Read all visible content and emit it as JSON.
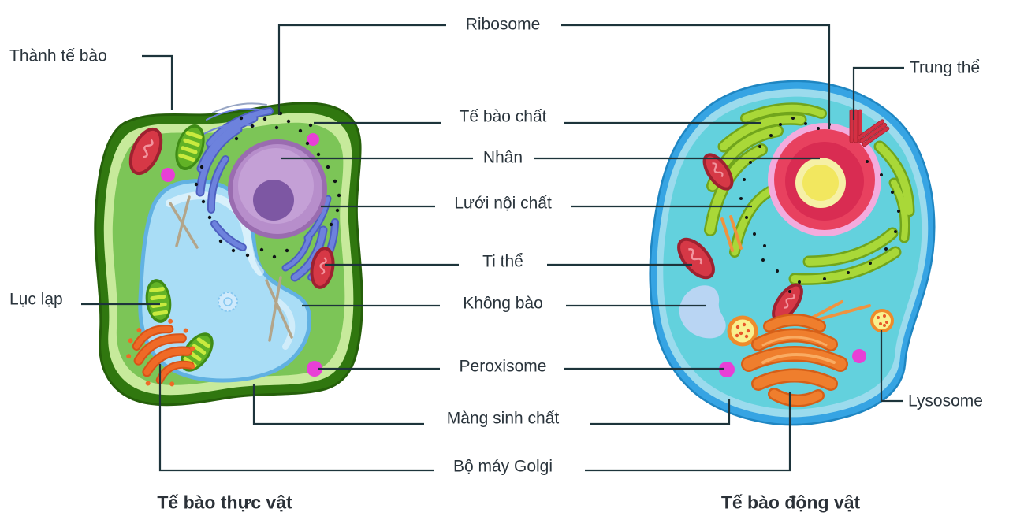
{
  "diagram": {
    "type": "plant-vs-animal-cell",
    "captions": {
      "plant": "Tế bào thực vật",
      "animal": "Tế bào động vật"
    },
    "labels": {
      "cell_wall": "Thành tế bào",
      "chloroplast": "Lục lạp",
      "ribosome": "Ribosome",
      "cytoplasm": "Tế bào chất",
      "nucleus": "Nhân",
      "endoplasmic_reticulum": "Lưới nội chất",
      "mitochondrion": "Ti thể",
      "vacuole": "Không bào",
      "peroxisome": "Peroxisome",
      "plasma_membrane": "Màng sinh chất",
      "golgi": "Bộ máy Golgi",
      "centrosome": "Trung thể",
      "lysosome": "Lysosome"
    },
    "colors": {
      "label_text": "#2a343c",
      "leader_line": "#1d343b",
      "plant_wall": "#30770f",
      "plant_inner_band": "#c7ea9b",
      "plant_cytoplasm": "#7cc557",
      "plant_vacuole": "#a9ddf6",
      "plant_nucleus": "#b78ecb",
      "plant_er": "#6d82dd",
      "animal_membrane": "#36a4e3",
      "animal_cytoplasm": "#63d1dd",
      "animal_nucleus": "#e8415f",
      "animal_nucleolus": "#f2e75f",
      "animal_er": "#a9d838",
      "golgi_orange": "#ef7e2d",
      "mitochondrion_red": "#d63846",
      "peroxisome_magenta": "#e83fd6"
    }
  }
}
